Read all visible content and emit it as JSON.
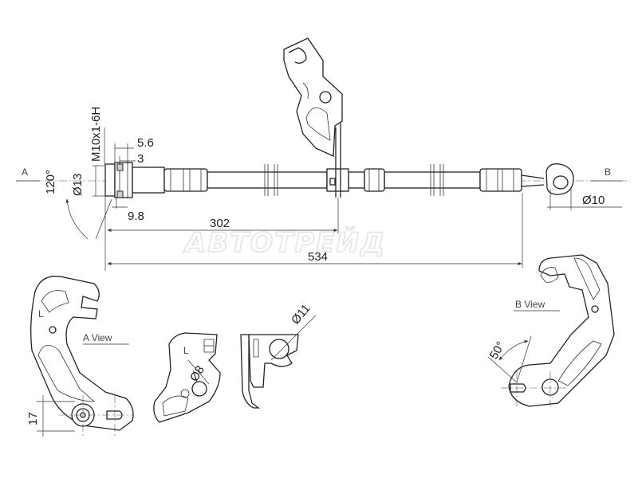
{
  "dimensions": {
    "thread": "M10x1-6H",
    "d13": "Ø13",
    "d10": "Ø10",
    "d8": "Ø8",
    "d11": "Ø11",
    "angle120": "120°",
    "angle50": "50°",
    "len_5_6": "5.6",
    "len_3": "3",
    "len_9_8": "9.8",
    "len_302": "302",
    "len_534": "534",
    "len_17": "17"
  },
  "markers": {
    "a": "A",
    "b": "B",
    "left_mark": "L"
  },
  "views": {
    "a_view": "A  View",
    "b_view": "B  View"
  },
  "watermark": "АВТОТРЕЙД"
}
